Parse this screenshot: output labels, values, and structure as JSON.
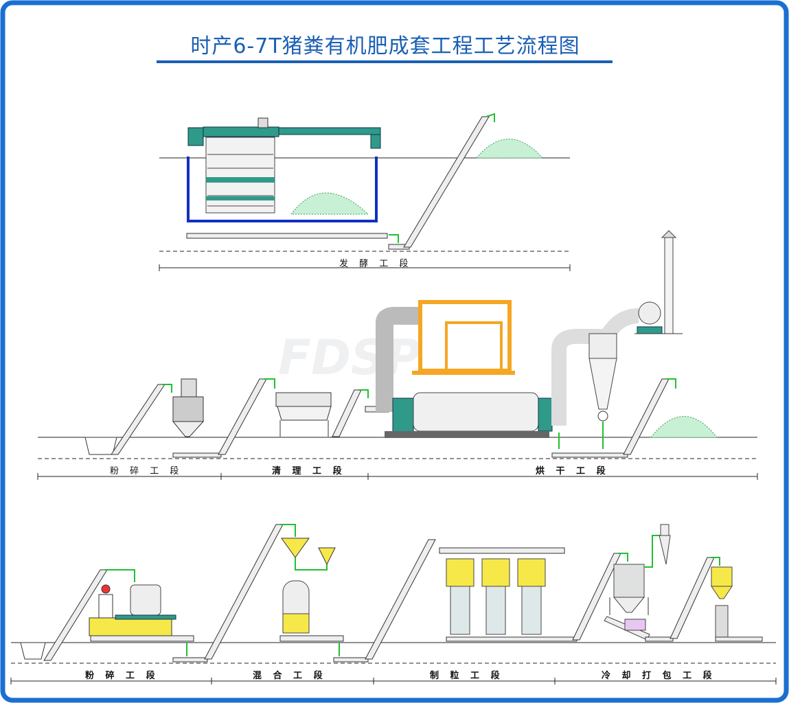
{
  "title": "时产6-7T猪粪有机肥成套工程工艺流程图",
  "watermark": "FDSP",
  "colors": {
    "frame": "#1a6fd1",
    "title": "#1a5fb4",
    "compost": "#3c9c5a",
    "duct": "#e6e6e6",
    "accent_orange": "#f5a623",
    "accent_yellow": "#f7e84a",
    "arrow_green": "#20c030",
    "pipe_blue": "#1030c0"
  },
  "stages": {
    "row1": [
      "发 酵 工 段"
    ],
    "row2": [
      "粉 碎 工 段",
      "清 理 工 段",
      "烘 干 工 段"
    ],
    "row3": [
      "粉 碎 工 段",
      "混 合 工 段",
      "制 粒 工 段",
      "冷 却 打 包 工 段"
    ]
  }
}
